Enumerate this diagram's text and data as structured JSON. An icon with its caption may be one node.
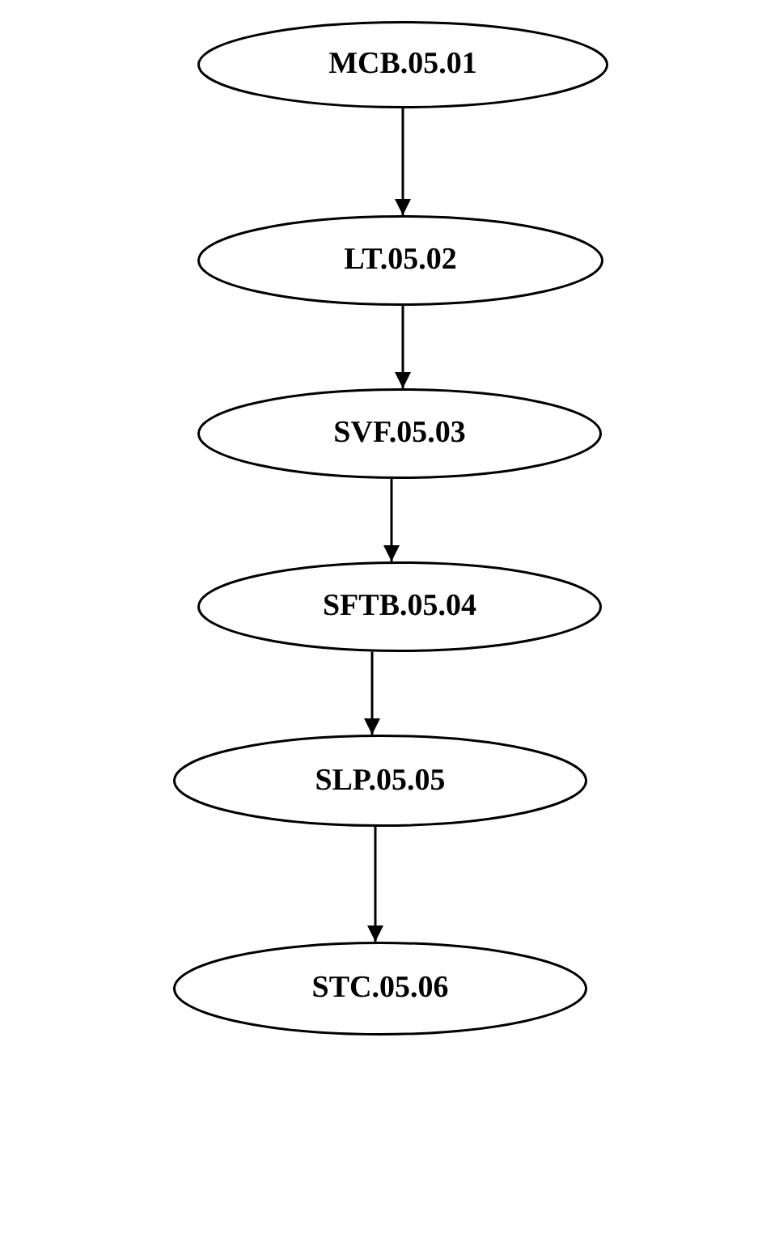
{
  "diagram": {
    "nodes": [
      {
        "text": [
          "MCB.05.01"
        ]
      },
      {
        "text": [
          "LT.05.02"
        ]
      },
      {
        "text": [
          "SVF.05.03"
        ]
      },
      {
        "text": [
          "SFTB.05.04"
        ]
      },
      {
        "text": [
          "SLP.05.05"
        ]
      },
      {
        "text": [
          "STC.05.06"
        ]
      }
    ],
    "edges": [
      {
        "from": 0,
        "to": 1,
        "arrow": "to"
      },
      {
        "from": 1,
        "to": 2,
        "arrow": "to"
      },
      {
        "from": 2,
        "to": 3,
        "arrow": "to"
      },
      {
        "from": 3,
        "to": 4,
        "arrow": "to"
      },
      {
        "from": 4,
        "to": 5,
        "arrow": "to"
      }
    ]
  }
}
